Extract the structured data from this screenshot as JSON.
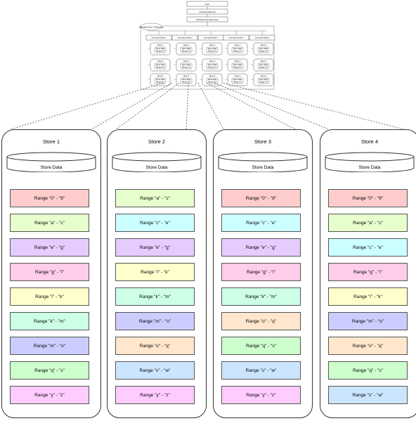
{
  "overview": {
    "top_boxes": [
      "Client",
      "Structured Data API",
      "Distributed Key-Value Store"
    ],
    "group_label": "Replicated Store / Partitioning",
    "nodes": [
      "Command Node 1",
      "Command Node 2",
      "Command Node 3",
      "Command Node 4",
      "Command Node 5"
    ],
    "stores": [
      "Store 1",
      "Store 2",
      "Store 3"
    ],
    "cell_text": [
      "Store Data",
      "Range 0-9"
    ]
  },
  "colors": {
    "09": "#ffcccc",
    "ac": "#e6ffcc",
    "ce": "#ccffff",
    "eg": "#e5ccff",
    "gi": "#ffccea",
    "ik": "#ffffcc",
    "km": "#ccffe6",
    "mo": "#ccccff",
    "oq": "#ffe6cc",
    "qs": "#ccffcc",
    "sw": "#cce5ff",
    "yz": "#ffccff"
  },
  "stores": [
    {
      "title": "Store 1",
      "data_label": "Store Data",
      "ranges": [
        {
          "label": "Range \"0\" - \"9\"",
          "color": "09"
        },
        {
          "label": "Range \"a\" - \"c\"",
          "color": "ac"
        },
        {
          "label": "Range \"e\" - \"g\"",
          "color": "eg"
        },
        {
          "label": "Range \"g\" - \"i\"",
          "color": "gi"
        },
        {
          "label": "Range \"i\" - \"k\"",
          "color": "ik"
        },
        {
          "label": "Range \"k\" - \"m\"",
          "color": "km"
        },
        {
          "label": "Range \"m\" - \"o\"",
          "color": "mo"
        },
        {
          "label": "Range \"q\" - \"s\"",
          "color": "qs"
        },
        {
          "label": "Range \"y\" - \"z\"",
          "color": "yz"
        }
      ]
    },
    {
      "title": "Store 2",
      "data_label": "Store Data",
      "ranges": [
        {
          "label": "Range \"a\" - \"c\"",
          "color": "ac"
        },
        {
          "label": "Range \"c\" - \"e\"",
          "color": "ce"
        },
        {
          "label": "Range \"e\" - \"g\"",
          "color": "eg"
        },
        {
          "label": "Range \"i\" - \"k\"",
          "color": "ik"
        },
        {
          "label": "Range \"k\" - \"m\"",
          "color": "km"
        },
        {
          "label": "Range \"m\" - \"o\"",
          "color": "mo"
        },
        {
          "label": "Range \"o\" - \"q\"",
          "color": "oq"
        },
        {
          "label": "Range \"s\" - \"w\"",
          "color": "sw"
        },
        {
          "label": "Range \"y\" - \"z\"",
          "color": "yz"
        }
      ]
    },
    {
      "title": "Store 3",
      "data_label": "Store Data",
      "ranges": [
        {
          "label": "Range \"0\" - \"9\"",
          "color": "09"
        },
        {
          "label": "Range \"c\" - \"e\"",
          "color": "ce"
        },
        {
          "label": "Range \"e\" - \"g\"",
          "color": "eg"
        },
        {
          "label": "Range \"g\" - \"i\"",
          "color": "gi"
        },
        {
          "label": "Range \"k\" - \"m\"",
          "color": "km"
        },
        {
          "label": "Range \"o\" - \"q\"",
          "color": "oq"
        },
        {
          "label": "Range \"q\" - \"s\"",
          "color": "qs"
        },
        {
          "label": "Range \"s\" - \"w\"",
          "color": "sw"
        },
        {
          "label": "Range \"y\" - \"z\"",
          "color": "yz"
        }
      ]
    },
    {
      "title": "Store 4",
      "data_label": "Store Data",
      "ranges": [
        {
          "label": "Range \"0\" - \"9\"",
          "color": "09"
        },
        {
          "label": "Range \"a\" - \"c\"",
          "color": "ac"
        },
        {
          "label": "Range \"c\" - \"e\"",
          "color": "ce"
        },
        {
          "label": "Range \"g\" - \"i\"",
          "color": "gi"
        },
        {
          "label": "Range \"i\" - \"k\"",
          "color": "ik"
        },
        {
          "label": "Range \"m\" - \"o\"",
          "color": "mo"
        },
        {
          "label": "Range \"o\" - \"q\"",
          "color": "oq"
        },
        {
          "label": "Range \"q\" - \"s\"",
          "color": "qs"
        },
        {
          "label": "Range \"s\" - \"w\"",
          "color": "sw"
        }
      ]
    }
  ]
}
